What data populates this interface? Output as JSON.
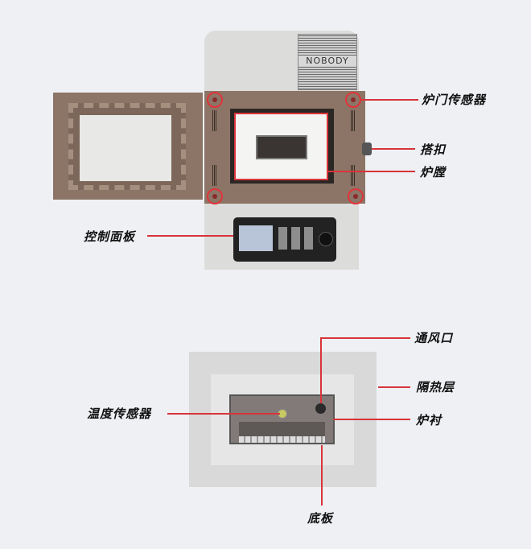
{
  "brand_logo": "NOBODY",
  "labels": {
    "door_sensor": "炉门传感器",
    "latch": "搭扣",
    "chamber": "炉膛",
    "control_panel": "控制面板",
    "vent": "通风口",
    "insulation": "隔热层",
    "lining": "炉衬",
    "temp_sensor": "温度传感器",
    "base_plate": "底板"
  },
  "colors": {
    "callout": "#d9343a",
    "frame": "#8c7566"
  }
}
